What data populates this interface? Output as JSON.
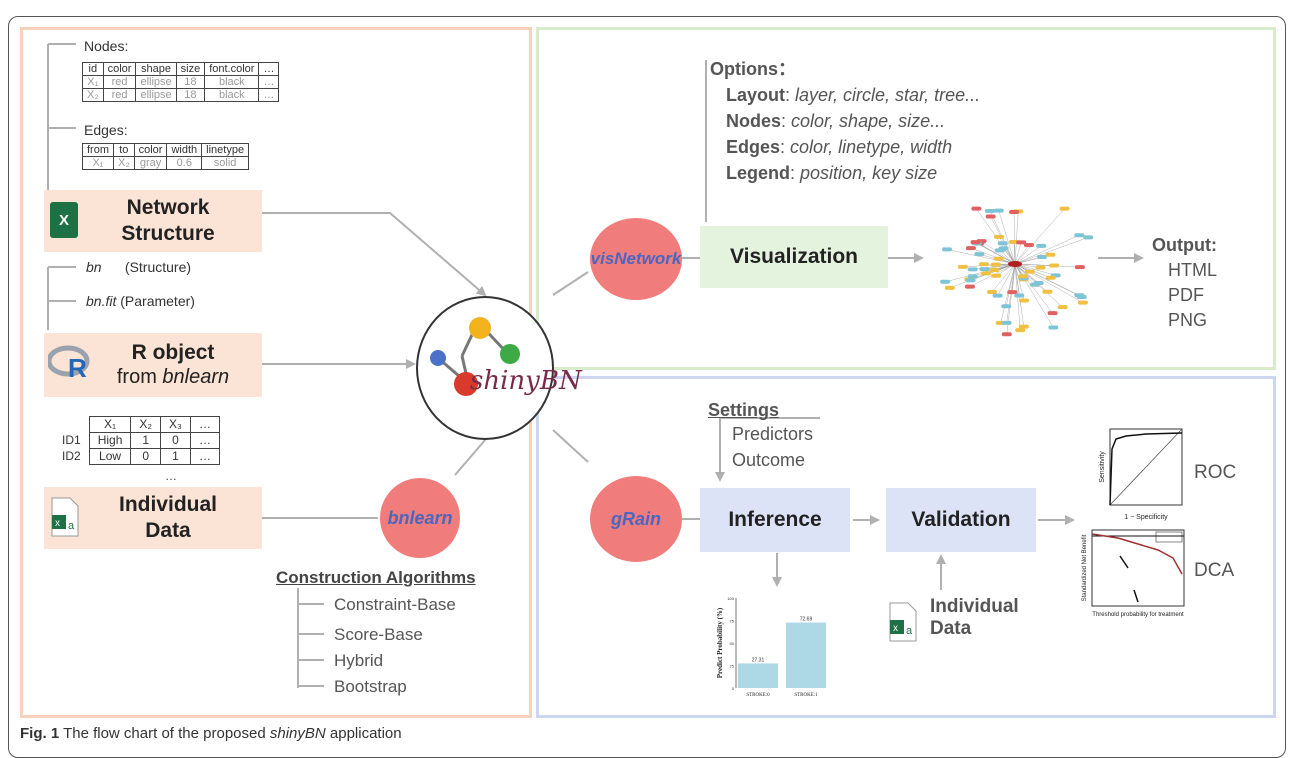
{
  "source_panel": {
    "nodes_label": "Nodes:",
    "nodes_table": {
      "headers": [
        "id",
        "color",
        "shape",
        "size",
        "font.color",
        "…"
      ],
      "rows": [
        [
          "X₁",
          "red",
          "ellipse",
          "18",
          "black",
          "…"
        ],
        [
          "X₂",
          "red",
          "ellipse",
          "18",
          "black",
          "…"
        ]
      ]
    },
    "edges_label": "Edges:",
    "edges_table": {
      "headers": [
        "from",
        "to",
        "color",
        "width",
        "linetype"
      ],
      "rows": [
        [
          "X₁",
          "X₂",
          "gray",
          "0.6",
          "solid"
        ]
      ]
    },
    "network_structure": [
      "Network",
      "Structure"
    ],
    "bn_label": "bn",
    "bn_desc": "(Structure)",
    "bnfit_label": "bn.fit",
    "bnfit_desc": "(Parameter)",
    "robject_line1": "R object",
    "robject_from": "from",
    "robject_pkg": "bnlearn",
    "data_table": {
      "headers": [
        "",
        "X₁",
        "X₂",
        "X₃",
        "…"
      ],
      "rows": [
        [
          "ID1",
          "High",
          "1",
          "0",
          "…"
        ],
        [
          "ID2",
          "Low",
          "0",
          "1",
          "…"
        ]
      ],
      "more": "…"
    },
    "individual_data": [
      "Individual",
      "Data"
    ]
  },
  "center": {
    "logo_text": "shinyBN",
    "bnlearn_circle": "bnlearn",
    "construction_title": "Construction Algorithms",
    "construction_items": [
      "Constraint-Base",
      "Score-Base",
      "Hybrid",
      "Bootstrap"
    ]
  },
  "visualization_panel": {
    "circle": "visNetwork",
    "options_title": "Options：",
    "options": [
      {
        "key": "Layout",
        "value": "layer, circle, star, tree..."
      },
      {
        "key": "Nodes",
        "value": "color, shape, size..."
      },
      {
        "key": "Edges",
        "value": "color, linetype, width"
      },
      {
        "key": "Legend",
        "value": "position, key size"
      }
    ],
    "box": "Visualization",
    "output_title": "Output:",
    "outputs": [
      "HTML",
      "PDF",
      "PNG"
    ]
  },
  "inference_panel": {
    "circle": "gRain",
    "settings_title": "Settings",
    "settings_items": [
      "Predictors",
      "Outcome"
    ],
    "inference_box": "Inference",
    "validation_box": "Validation",
    "individual_data": [
      "Individual",
      "Data"
    ],
    "roc_label": "ROC",
    "dca_label": "DCA",
    "roc_xlabel": "1 − Specificity",
    "roc_ylabel": "Sensitivity",
    "dca_xlabel": "Threshold probability for treatment",
    "dca_ylabel": "Standardized Net Benefit",
    "bar_ylabel": "Predict Probability (%)"
  },
  "chart_data": {
    "type": "bar",
    "categories": [
      "STROKE:0",
      "STROKE:1"
    ],
    "values": [
      27.31,
      72.69
    ],
    "ylabel": "Predict Probability (%)",
    "ylim": [
      0,
      100
    ],
    "yticks": [
      "0",
      "25",
      "50",
      "75",
      "100"
    ],
    "color": "#add8e6"
  },
  "caption": {
    "fig": "Fig. 1",
    "text_before": " The flow chart of the proposed ",
    "app": "shinyBN",
    "text_after": " application"
  },
  "colors": {
    "peach": "#fbe3d6",
    "peach_border": "#f6d2bd",
    "green_border": "#d8eccc",
    "blue_border": "#ccd6f0",
    "circle": "#f07c7c",
    "circle_text": "#4a66c0",
    "arrow": "#b0b0b0"
  }
}
